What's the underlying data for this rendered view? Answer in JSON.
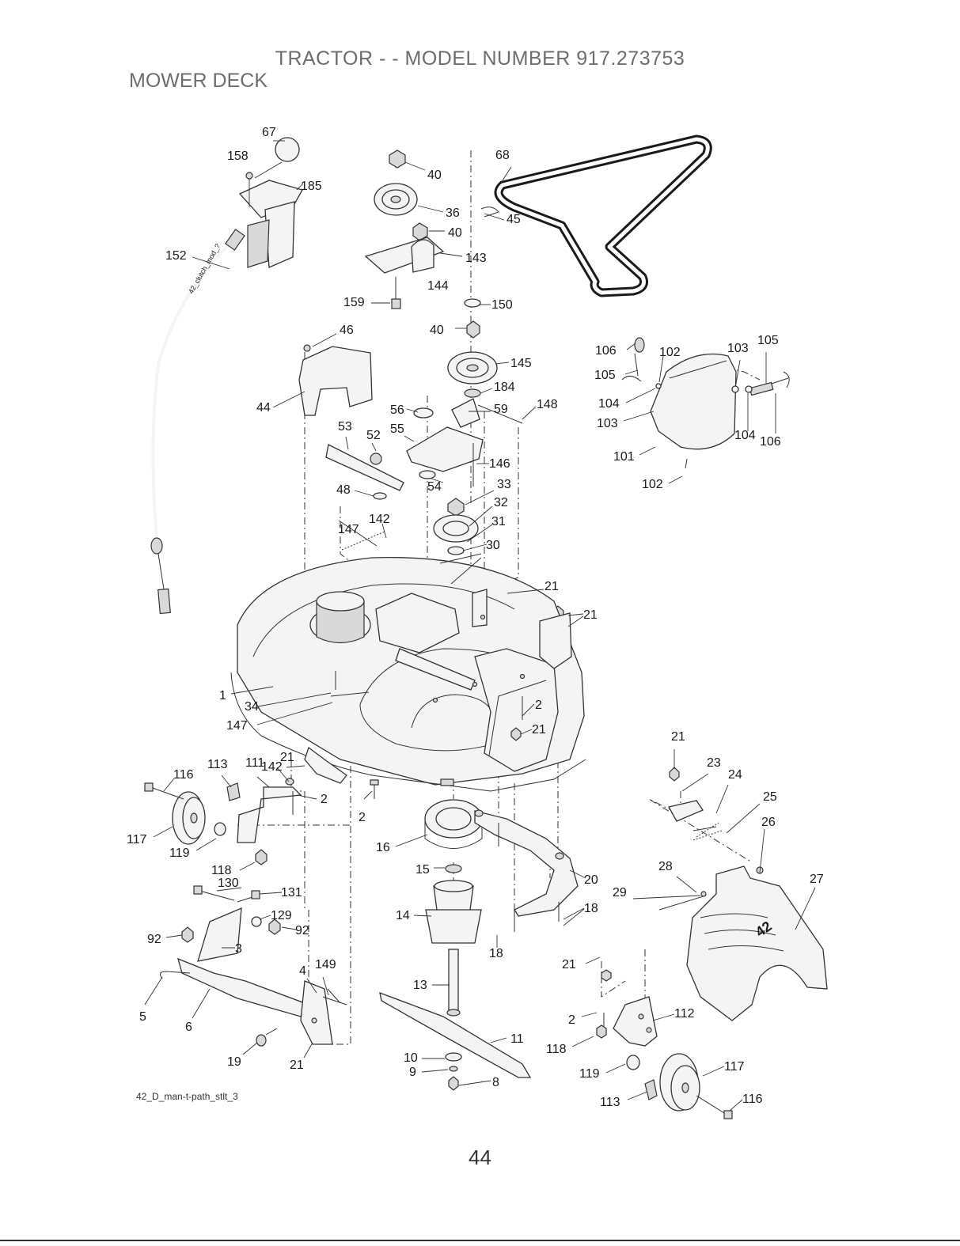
{
  "header": {
    "title": "TRACTOR - - MODEL NUMBER 917.273753",
    "section": "MOWER DECK"
  },
  "figure_code": "42_D_man-t-path_stlt_3",
  "page_number": "44",
  "callouts": {
    "c67": "67",
    "c158": "158",
    "c185": "185",
    "c152": "152",
    "c40a": "40",
    "c36": "36",
    "c40b": "40",
    "c143": "143",
    "c144": "144",
    "c159": "159",
    "c45": "45",
    "c150": "150",
    "c40c": "40",
    "c145": "145",
    "c184": "184",
    "c59": "59",
    "c148": "148",
    "c68": "68",
    "c106a": "106",
    "c102a": "102",
    "c103a": "103",
    "c105a": "105",
    "c105b": "105",
    "c104a": "104",
    "c103b": "103",
    "c104b": "104",
    "c106b": "106",
    "c101": "101",
    "c102b": "102",
    "c46": "46",
    "c44": "44",
    "c56": "56",
    "c55": "55",
    "c53": "53",
    "c52": "52",
    "c146": "146",
    "c54": "54",
    "c33": "33",
    "c48": "48",
    "c32": "32",
    "c31": "31",
    "c147a": "147",
    "c142a": "142",
    "c30": "30",
    "c21a": "21",
    "c21b": "21",
    "c1": "1",
    "c34": "34",
    "c147b": "147",
    "c2a": "2",
    "c21c": "21",
    "c21d": "21",
    "c23": "23",
    "c24": "24",
    "c25": "25",
    "c26": "26",
    "c116a": "116",
    "c113a": "113",
    "c111": "111",
    "c142b": "142",
    "c21e": "21",
    "c2b": "2",
    "c2c": "2",
    "c117a": "117",
    "c119a": "119",
    "c16": "16",
    "c118a": "118",
    "c15": "15",
    "c20": "20",
    "c28": "28",
    "c27": "27",
    "c29": "29",
    "c130": "130",
    "c131": "131",
    "c129": "129",
    "c92a": "92",
    "c92b": "92",
    "c3": "3",
    "c14": "14",
    "c18a": "18",
    "c18b": "18",
    "c4": "4",
    "c149": "149",
    "c21f": "21",
    "c13": "13",
    "c5": "5",
    "c6": "6",
    "c2d": "2",
    "c112": "112",
    "c11": "11",
    "c19": "19",
    "c21g": "21",
    "c10": "10",
    "c9": "9",
    "c8": "8",
    "c118b": "118",
    "c119b": "119",
    "c117b": "117",
    "c113b": "113",
    "c116b": "116"
  },
  "part_markings": {
    "belt_cover_badge": "42",
    "cable_print": "42_clutch_mod_?"
  },
  "colors": {
    "ink": "#333333",
    "part_fill": "#f4f4f4",
    "shade": "#d9d9d9",
    "title_gray": "#6d6d6d"
  }
}
